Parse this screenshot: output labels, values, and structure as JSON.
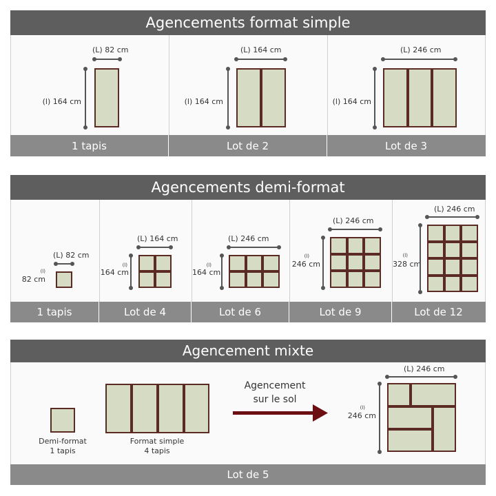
{
  "sections": {
    "simple": {
      "title": "Agencements format simple",
      "cells": [
        {
          "label": "1 tapis",
          "width": "(L) 82 cm",
          "height": "(l) 164 cm"
        },
        {
          "label": "Lot de 2",
          "width": "(L) 164 cm",
          "height": "(l) 164 cm"
        },
        {
          "label": "Lot de 3",
          "width": "(L) 246 cm",
          "height": "(l) 164 cm"
        }
      ]
    },
    "demi": {
      "title": "Agencements demi-format",
      "cells": [
        {
          "label": "1 tapis",
          "width": "(L) 82 cm",
          "height_prefix": "(l)",
          "height": "82 cm"
        },
        {
          "label": "Lot de 4",
          "width": "(L) 164 cm",
          "height_prefix": "(l)",
          "height": "164 cm"
        },
        {
          "label": "Lot de 6",
          "width": "(L) 246 cm",
          "height_prefix": "(l)",
          "height": "164 cm"
        },
        {
          "label": "Lot de 9",
          "width": "(L) 246 cm",
          "height_prefix": "(l)",
          "height": "246 cm"
        },
        {
          "label": "Lot de 12",
          "width": "(L) 246 cm",
          "height_prefix": "(l)",
          "height": "328 cm"
        }
      ]
    },
    "mixte": {
      "title": "Agencement mixte",
      "caption_demi_1": "Demi-format",
      "caption_demi_2": "1 tapis",
      "caption_simple_1": "Format simple",
      "caption_simple_2": "4 tapis",
      "arrow_text_1": "Agencement",
      "arrow_text_2": "sur le sol",
      "width": "(L) 246 cm",
      "height_prefix": "(l)",
      "height": "246 cm",
      "label": "Lot de 5"
    }
  },
  "colors": {
    "mat_fill": "#d6dcc3",
    "mat_border": "#5a2a23",
    "header_bg": "#5e5e5e",
    "footer_bg": "#8a8a8a",
    "arrow": "#6b0f12"
  }
}
